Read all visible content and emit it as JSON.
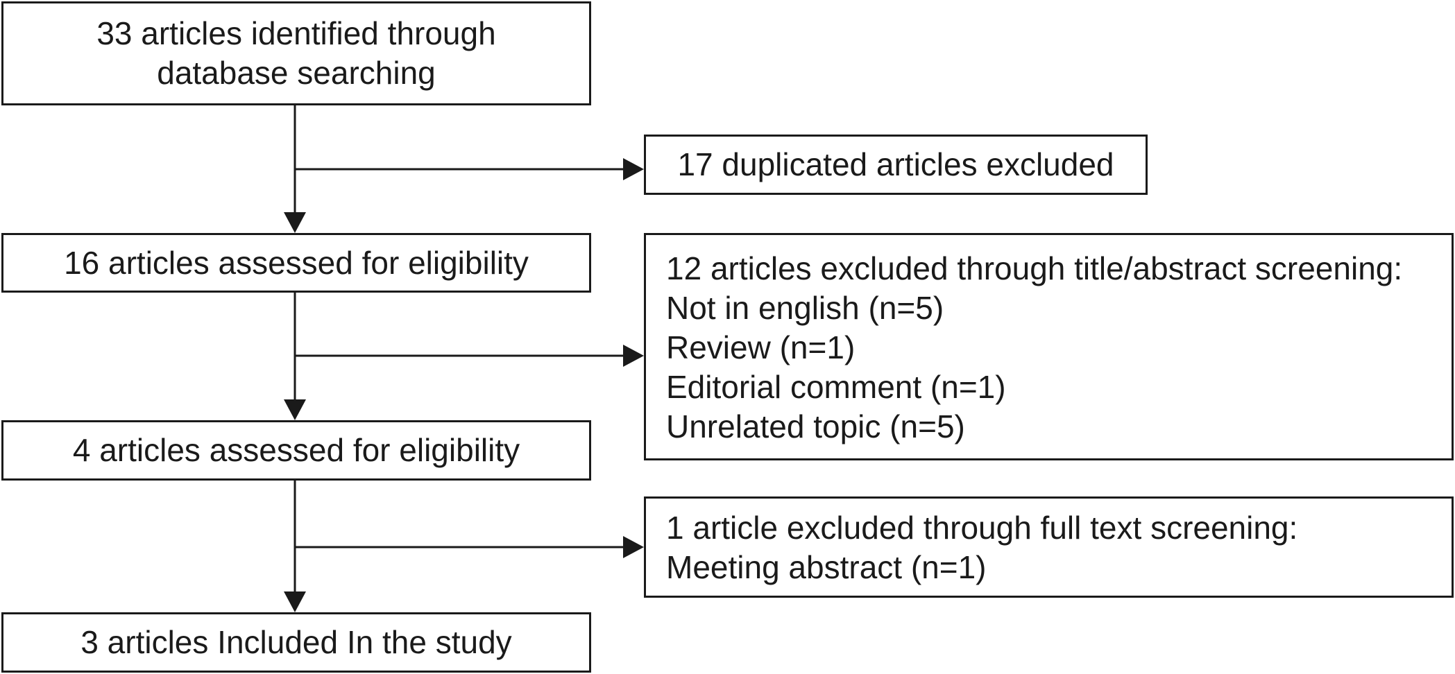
{
  "main_flow": {
    "identified": [
      "33 articles identified through",
      "database searching"
    ],
    "screened": [
      "16 articles assessed for eligibility"
    ],
    "assessed": [
      "4 articles assessed for eligibility"
    ],
    "included": [
      "3 articles Included In the study"
    ]
  },
  "exclusions": {
    "duplicates": [
      "17 duplicated articles excluded"
    ],
    "title_abstract": [
      "12 articles excluded through title/abstract screening:",
      "Not in english (n=5)",
      "Review (n=1)",
      "Editorial comment (n=1)",
      "Unrelated topic (n=5)"
    ],
    "full_text": [
      "1 article excluded through full text screening:",
      "Meeting abstract (n=1)"
    ]
  },
  "colors": {
    "stroke": "#1a1a1a",
    "background": "#ffffff"
  }
}
